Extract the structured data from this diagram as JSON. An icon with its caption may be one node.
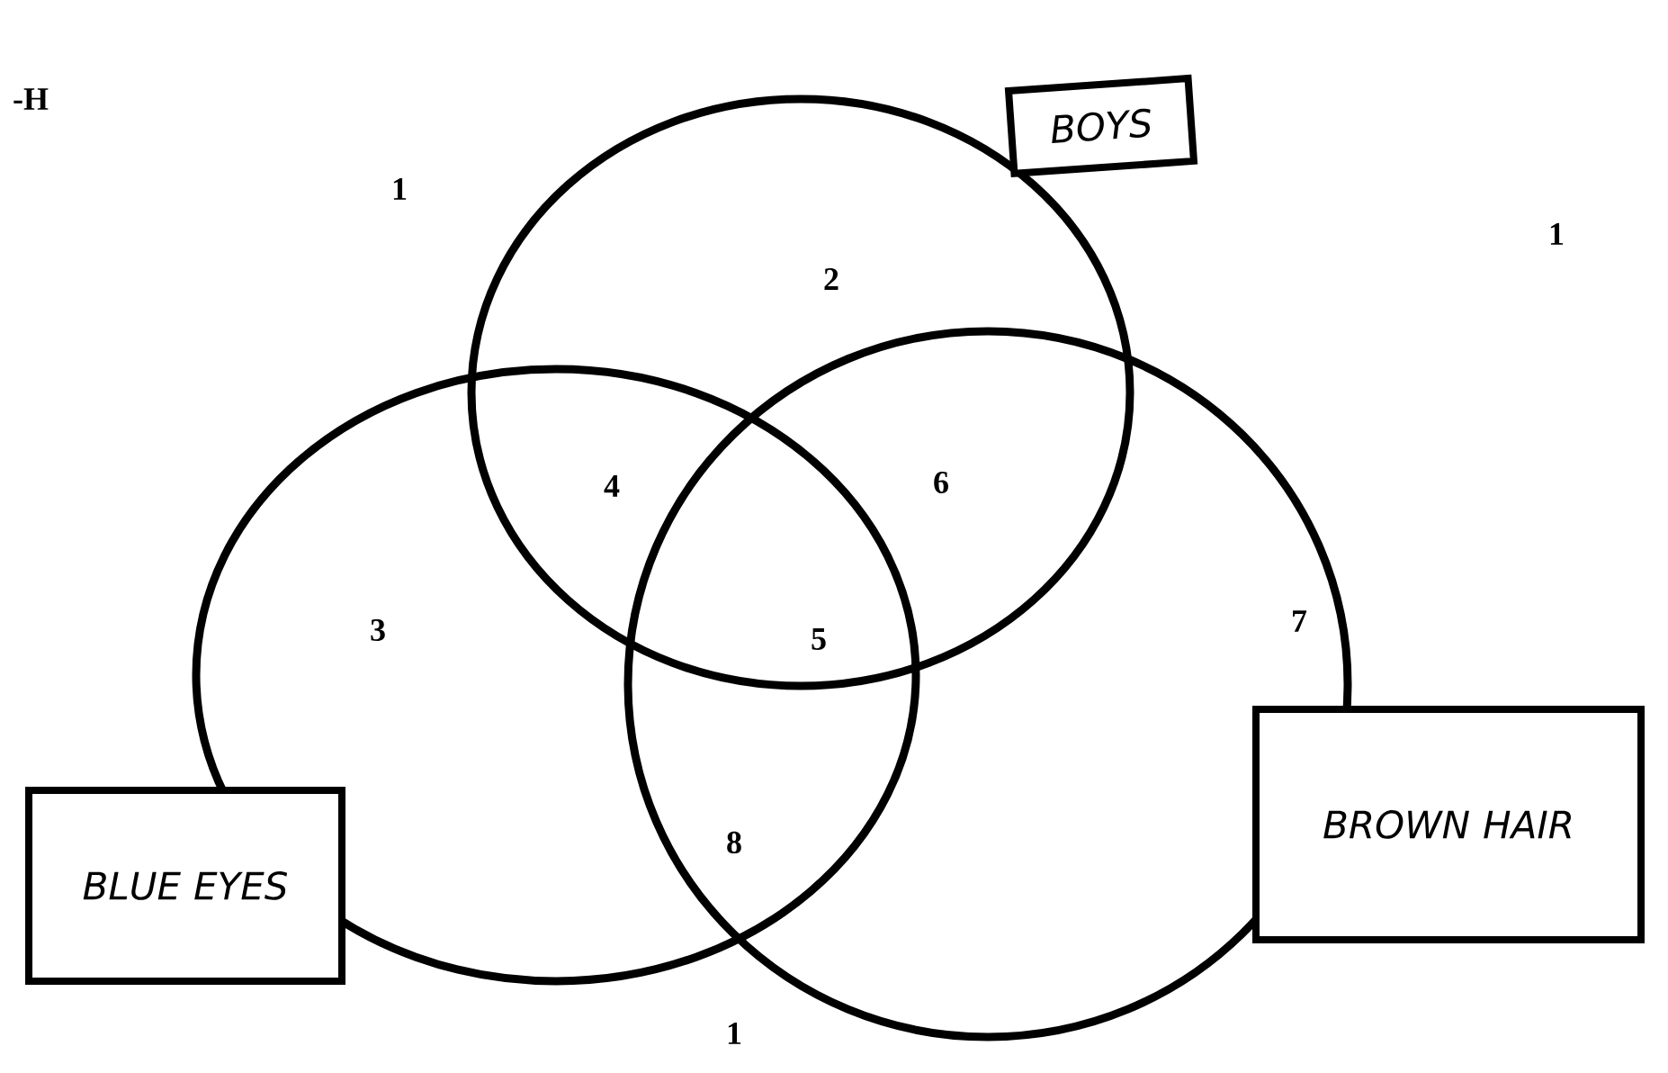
{
  "diagram": {
    "nodes": [
      {
        "text": [
          "BOYS"
        ]
      },
      {
        "text": [],
        "shape": "circle"
      },
      {
        "text": [],
        "shape": "circle"
      },
      {
        "text": [],
        "shape": "circle"
      },
      {
        "text": [
          "BLUE EYES"
        ]
      },
      {
        "text": [
          "BROWN HAIR"
        ]
      }
    ],
    "labels": [
      "-H",
      "1",
      "1",
      "2",
      "4",
      "6",
      "5",
      "3",
      "7",
      "8",
      "1"
    ]
  }
}
